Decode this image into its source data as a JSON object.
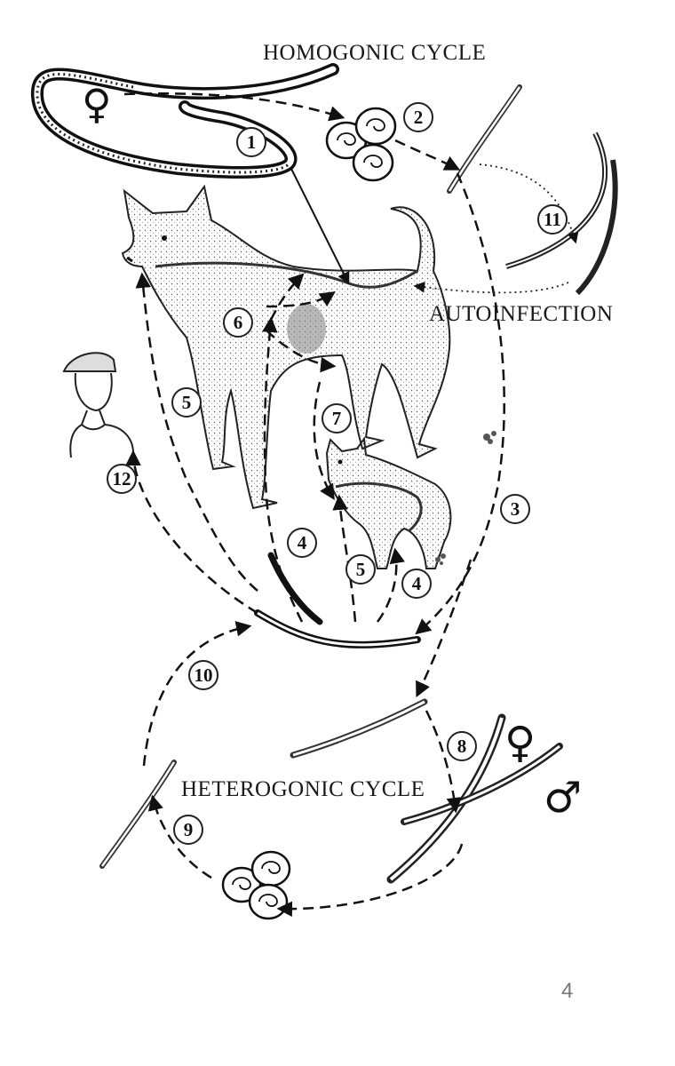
{
  "labels": {
    "homogonic": "HOMOGONIC CYCLE",
    "autoinfection": "AUTOINFECTION",
    "heterogonic": "HETEROGONIC CYCLE"
  },
  "symbols": {
    "female": "♀",
    "male": "♂"
  },
  "steps": [
    "1",
    "2",
    "3",
    "4",
    "4",
    "5",
    "5",
    "6",
    "7",
    "8",
    "9",
    "10",
    "11",
    "12"
  ],
  "page_number": "4",
  "icons": [
    "adult-female-worm-icon",
    "egg-cluster-icon",
    "larva-icon",
    "dog-icon",
    "cat-icon",
    "human-icon",
    "adult-pair-icon"
  ]
}
